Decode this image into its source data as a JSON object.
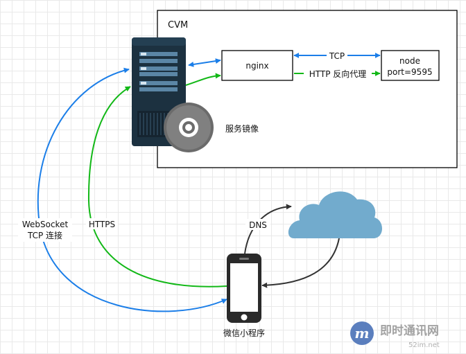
{
  "container": {
    "title": "CVM"
  },
  "nodes": {
    "nginx": {
      "label": "nginx"
    },
    "node": {
      "line1": "node",
      "line2": "port=9595"
    },
    "server_image": {
      "label": "服务镜像"
    },
    "mini_program": {
      "label": "微信小程序"
    }
  },
  "edges": {
    "tcp": {
      "label": "TCP"
    },
    "http_proxy": {
      "label": "HTTP 反向代理"
    },
    "https": {
      "label": "HTTPS"
    },
    "websocket": {
      "line1": "WebSocket",
      "line2": "TCP 连接"
    },
    "dns": {
      "label": "DNS"
    }
  },
  "colors": {
    "blue": "#1b7ee8",
    "green": "#12b817",
    "dark": "#333333",
    "server": "#1c3140",
    "cloud": "#72abcd"
  },
  "watermark": {
    "brand": "即时通讯网",
    "url": "52im.net"
  }
}
